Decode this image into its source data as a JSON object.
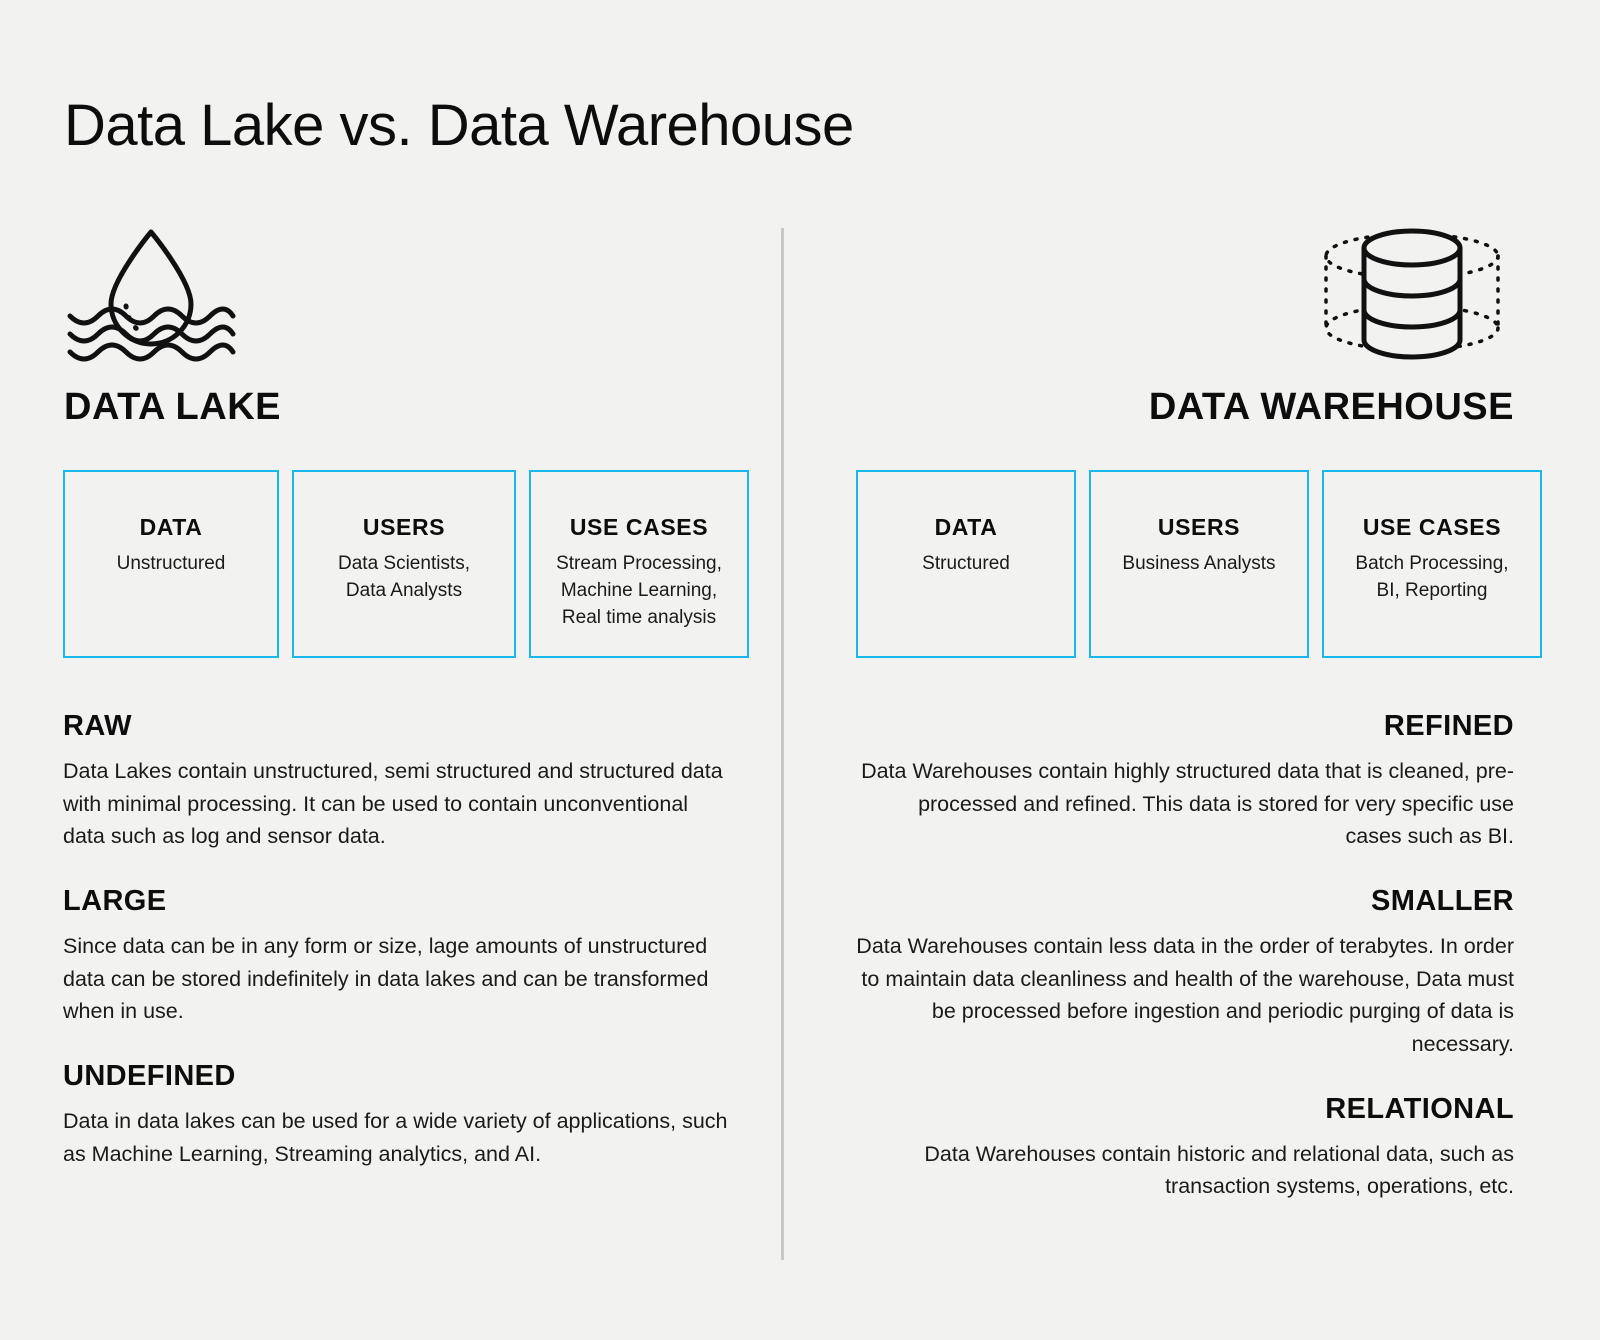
{
  "title": "Data Lake vs. Data Warehouse",
  "colors": {
    "background": "#f2f2f0",
    "box_border": "#17b9e8",
    "text": "#0d0d0d",
    "divider": "#c8c8c6"
  },
  "left": {
    "icon": "water-droplet-waves-icon",
    "heading": "DATA LAKE",
    "boxes": [
      {
        "title": "DATA",
        "value": "Unstructured"
      },
      {
        "title": "USERS",
        "value": "Data Scientists,\nData Analysts"
      },
      {
        "title": "USE CASES",
        "value": "Stream Processing,\nMachine Learning,\nReal time analysis"
      }
    ],
    "features": [
      {
        "title": "RAW",
        "body": "Data Lakes contain unstructured, semi structured and structured data with minimal processing. It can be used to contain unconventional data such as log and sensor data."
      },
      {
        "title": "LARGE",
        "body": "Since data can be in any form or size, lage amounts of unstructured data can be stored indefinitely in data lakes and can be transformed when in use."
      },
      {
        "title": "UNDEFINED",
        "body": "Data in data lakes can be used for a wide variety of applications, such as Machine Learning, Streaming analytics, and AI."
      }
    ]
  },
  "right": {
    "icon": "database-cylinder-icon",
    "heading": "DATA WAREHOUSE",
    "boxes": [
      {
        "title": "DATA",
        "value": "Structured"
      },
      {
        "title": "USERS",
        "value": "Business Analysts"
      },
      {
        "title": "USE CASES",
        "value": "Batch Processing,\nBI, Reporting"
      }
    ],
    "features": [
      {
        "title": "REFINED",
        "body": "Data Warehouses contain highly structured data that is cleaned, pre-processed and refined. This data is stored for very specific use cases such as BI."
      },
      {
        "title": "SMALLER",
        "body": "Data Warehouses contain less data in the order of terabytes. In order to maintain data cleanliness and health of the warehouse, Data must be processed before ingestion and periodic purging of data is necessary."
      },
      {
        "title": "RELATIONAL",
        "body": "Data Warehouses contain historic and relational data, such as transaction systems, operations, etc."
      }
    ]
  }
}
